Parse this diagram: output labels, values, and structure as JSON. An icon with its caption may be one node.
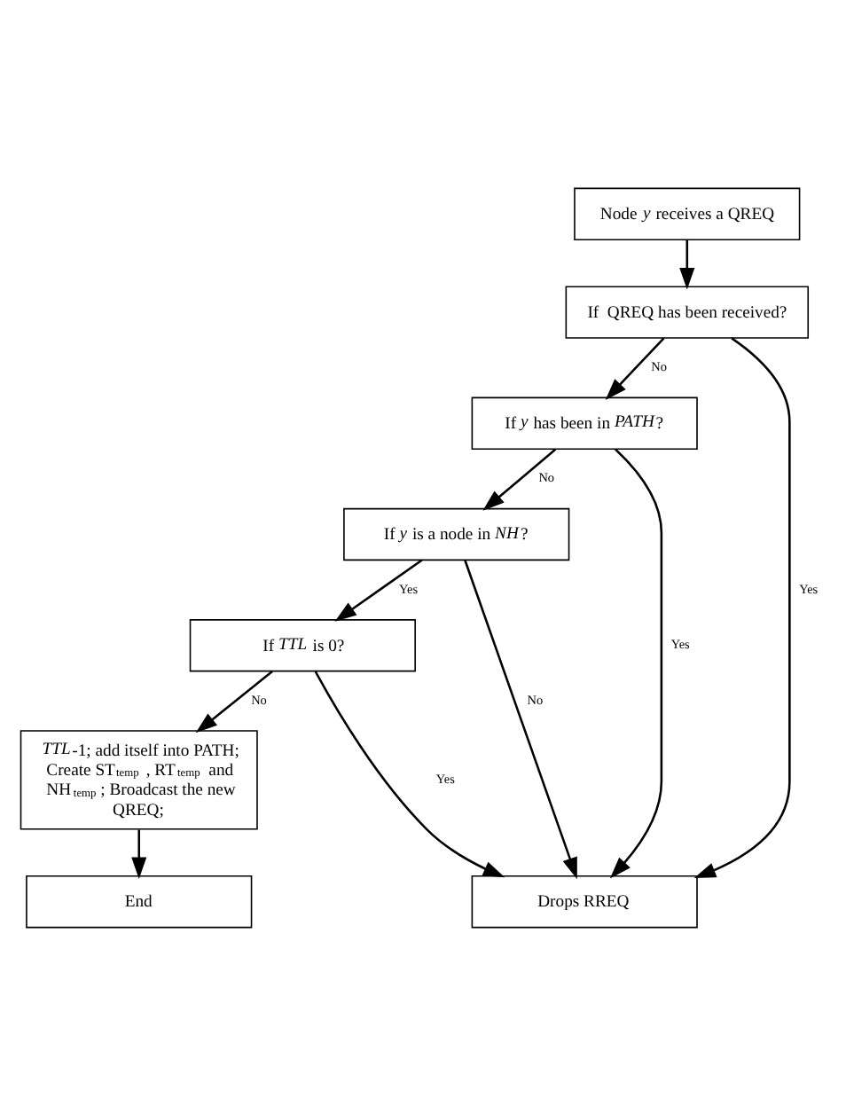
{
  "diagram": {
    "nodes": [
      {
        "text": [
          "Node *y* receives a QREQ"
        ]
      },
      {
        "text": [
          "If  QREQ has been received?"
        ]
      },
      {
        "text": [
          "If *y* has been in *PATH*?"
        ]
      },
      {
        "text": [
          "If *y* is a node in *NH*?"
        ]
      },
      {
        "text": [
          "If *TTL* is 0?"
        ]
      },
      {
        "text": [
          "*TTL*-1; add itself into PATH; Create ST$_{temp}$, RT$_{temp}$ and NH$_{temp}$; Broadcast the new QREQ;"
        ]
      },
      {
        "text": [
          "End"
        ]
      },
      {
        "text": [
          "Drops RREQ"
        ]
      }
    ],
    "edges": [
      {
        "from": 0,
        "to": 1,
        "arrow": "to"
      },
      {
        "from": 1,
        "to": 2,
        "arrow": "to",
        "label": "No"
      },
      {
        "from": 2,
        "to": 3,
        "arrow": "to",
        "label": "No"
      },
      {
        "from": 3,
        "to": 4,
        "arrow": "to",
        "label": "Yes"
      },
      {
        "from": 4,
        "to": 5,
        "arrow": "to",
        "label": "No"
      },
      {
        "from": 5,
        "to": 6,
        "arrow": "to"
      },
      {
        "from": 1,
        "to": 7,
        "arrow": "to",
        "label": "Yes"
      },
      {
        "from": 2,
        "to": 7,
        "arrow": "to",
        "label": "Yes"
      },
      {
        "from": 3,
        "to": 7,
        "arrow": "to",
        "label": "No"
      },
      {
        "from": 4,
        "to": 7,
        "arrow": "to",
        "label": "Yes"
      }
    ]
  }
}
